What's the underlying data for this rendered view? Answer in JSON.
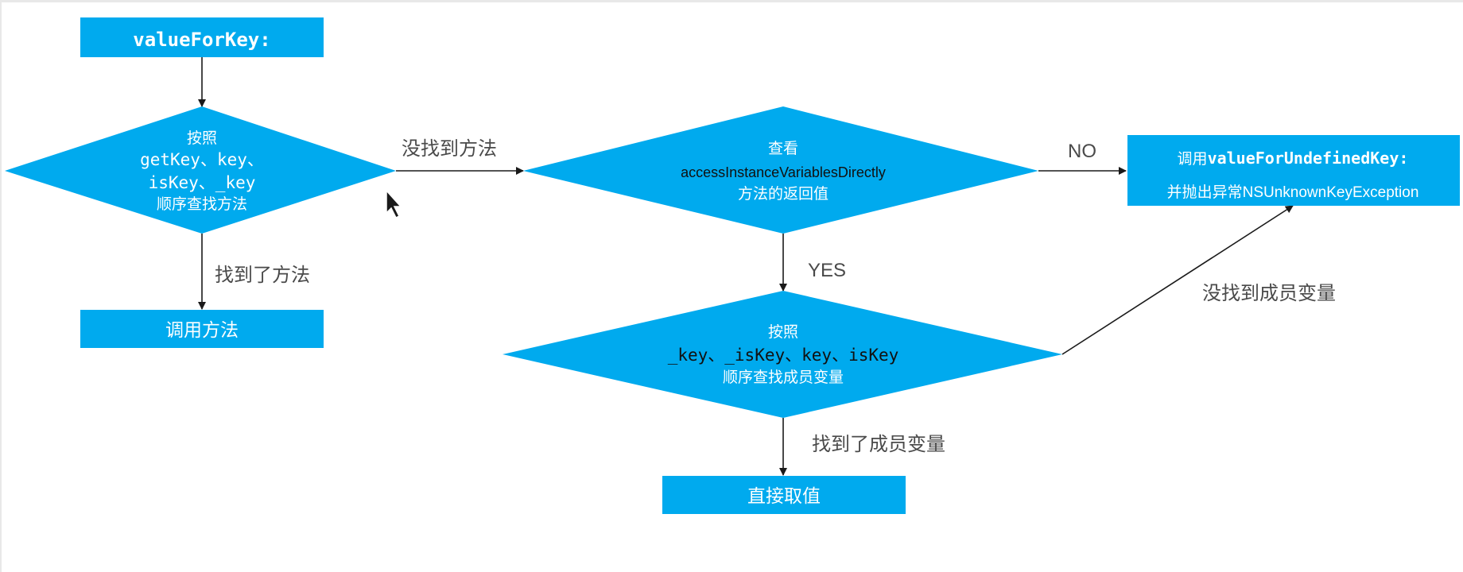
{
  "colors": {
    "shape_fill": "#00aaee",
    "shape_text": "#ffffff",
    "arrow": "#1a1a1a",
    "label_text": "#4a4a4a"
  },
  "nodes": {
    "start": {
      "text": "valueForKey:"
    },
    "decision_methods": {
      "line1": "按照",
      "line2": "getKey、key、",
      "line3": "isKey、_key",
      "line4": "顺序查找方法"
    },
    "call_method": {
      "text": "调用方法"
    },
    "decision_access": {
      "line1": "查看",
      "line2": "accessInstanceVariablesDirectly",
      "line3": "方法的返回值"
    },
    "undefined_key": {
      "line1_prefix": "调用",
      "line1_code": "valueForUndefinedKey:",
      "line2_prefix": "并抛出异常",
      "line2_code": "NSUnknownKeyException"
    },
    "decision_ivars": {
      "line1": "按照",
      "line2": "_key、_isKey、key、isKey",
      "line3": "顺序查找成员变量"
    },
    "get_value": {
      "text": "直接取值"
    }
  },
  "edge_labels": {
    "method_not_found": "没找到方法",
    "method_found": "找到了方法",
    "no": "NO",
    "yes": "YES",
    "ivar_not_found": "没找到成员变量",
    "ivar_found": "找到了成员变量"
  },
  "cursor": {
    "icon": "mouse-pointer-icon"
  }
}
